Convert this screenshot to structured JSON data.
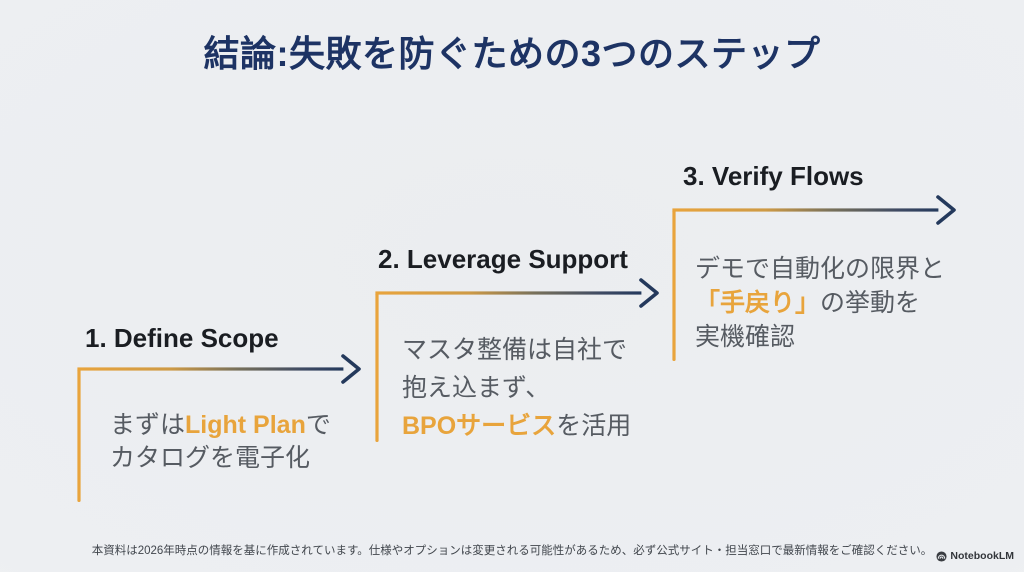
{
  "slide": {
    "title": "結論:失敗を防ぐための3つのステップ",
    "footer": "本資料は2026年時点の情報を基に作成されています。仕様やオプションは変更される可能性があるため、必ず公式サイト・担当窓口で最新情報をご確認ください。",
    "brand": "NotebookLM"
  },
  "colors": {
    "accent_orange": "#E8A43C",
    "arrow_navy": "#24395C",
    "title_navy": "#1D3364",
    "heading_text": "#1A1D22",
    "body_text": "#565B62",
    "background": "#EDEFF2"
  },
  "steps": [
    {
      "heading": "1. Define Scope",
      "lines": [
        {
          "segments": [
            {
              "text": "まずは",
              "accent": false
            },
            {
              "text": "Light Plan",
              "accent": true
            },
            {
              "text": "で",
              "accent": false
            }
          ]
        },
        {
          "segments": [
            {
              "text": "カタログを電子化",
              "accent": false
            }
          ]
        }
      ]
    },
    {
      "heading": "2. Leverage Support",
      "lines": [
        {
          "segments": [
            {
              "text": "マスタ整備は自社で",
              "accent": false
            }
          ]
        },
        {
          "segments": [
            {
              "text": "抱え込まず、",
              "accent": false
            }
          ]
        },
        {
          "segments": [
            {
              "text": "BPOサービス",
              "accent": true
            },
            {
              "text": "を活用",
              "accent": false
            }
          ]
        }
      ]
    },
    {
      "heading": "3. Verify Flows",
      "lines": [
        {
          "segments": [
            {
              "text": "デモで自動化の限界と",
              "accent": false
            }
          ]
        },
        {
          "segments": [
            {
              "text": "「手戻り」",
              "accent": true
            },
            {
              "text": "の挙動を",
              "accent": false
            }
          ]
        },
        {
          "segments": [
            {
              "text": "実機確認",
              "accent": false
            }
          ]
        }
      ]
    }
  ]
}
